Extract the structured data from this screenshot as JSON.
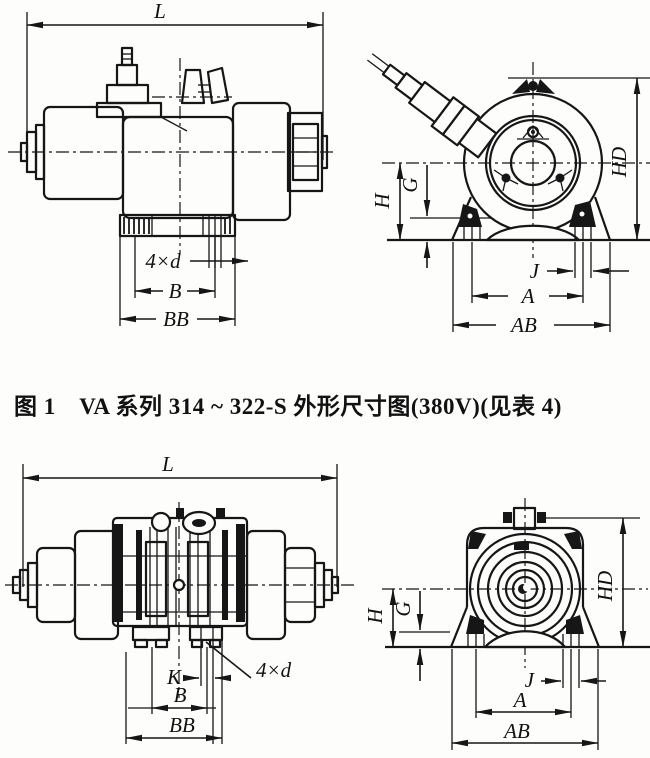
{
  "page": {
    "background": "#fdfdfc",
    "ink": "#161616"
  },
  "figure1": {
    "caption": "图 1　VA 系列 314 ~ 322-S 外形尺寸图(380V)(见表 4)",
    "side_view": {
      "dim_length": "L",
      "dim_holes": "4×d",
      "dim_bolt_span": "B",
      "dim_base_width": "BB"
    },
    "end_view": {
      "dim_center_height": "H",
      "dim_hole_offset": "G",
      "dim_total_height": "HD",
      "dim_slot_width": "J",
      "dim_hole_span": "A",
      "dim_base_width": "AB"
    }
  },
  "figure2": {
    "side_view": {
      "dim_length": "L",
      "dim_slot_width": "K",
      "dim_bolt_span": "B",
      "dim_base_width": "BB",
      "dim_holes": "4×d"
    },
    "end_view": {
      "dim_center_height": "H",
      "dim_hole_offset": "G",
      "dim_total_height": "HD",
      "dim_slot_width": "J",
      "dim_hole_span": "A",
      "dim_base_width": "AB"
    }
  }
}
